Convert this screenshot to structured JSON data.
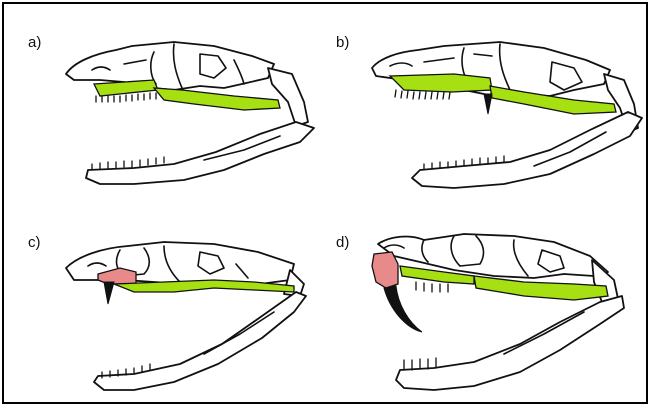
{
  "colors": {
    "background": "#ffffff",
    "outline": "#111111",
    "palate_green": "#a6df12",
    "maxilla_pink": "#e98a8a",
    "fang": "#111111"
  },
  "panels": [
    {
      "label": "a)"
    },
    {
      "label": "b)"
    },
    {
      "label": "c)"
    },
    {
      "label": "d)"
    }
  ]
}
